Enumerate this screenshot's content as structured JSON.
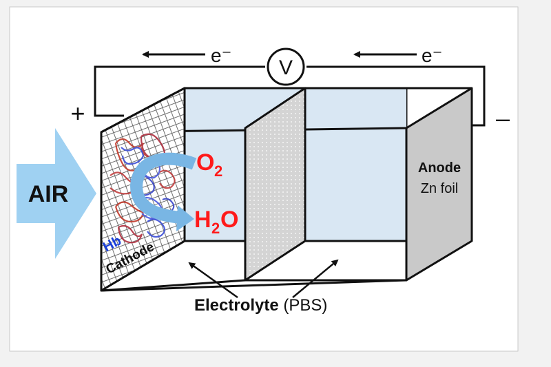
{
  "labels": {
    "electron_left": "e⁻",
    "electron_right": "e⁻",
    "voltmeter": "V",
    "plus": "+",
    "minus": "–",
    "air": "AIR",
    "o2_main": "O",
    "o2_sub": "2",
    "h2o_h": "H",
    "h2o_sub": "2",
    "h2o_o": "O",
    "hb": "Hb",
    "cathode": "Cathode",
    "anode": "Anode",
    "zn_foil": "Zn foil",
    "electrolyte": "Electrolyte",
    "pbs": " (PBS)"
  },
  "colors": {
    "background": "#f2f2f2",
    "frame": "#ffffff",
    "liquid": "#d9e7f3",
    "air_arrow": "#9fd1f2",
    "o2_curve": "#79b6e4",
    "red_text": "#ff1a1a",
    "hb_blue": "#1a3fd8",
    "anode_face": "#c9c9c9",
    "separator": "#d8d8d8"
  }
}
